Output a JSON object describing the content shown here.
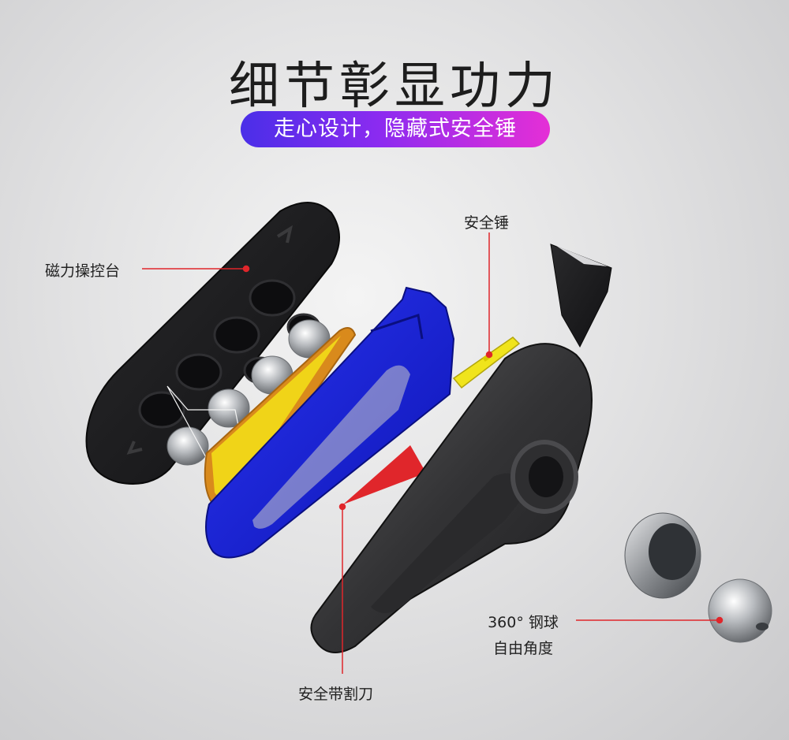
{
  "header": {
    "title": "细节彰显功力",
    "subtitle": "走心设计，隐藏式安全锤"
  },
  "callouts": {
    "magnetic_console": "磁力操控台",
    "safety_hammer": "安全锤",
    "steel_ball_line1": "360°  钢球",
    "steel_ball_line2": "自由角度",
    "belt_cutter": "安全带割刀"
  },
  "colors": {
    "accent_red": "#e0262b",
    "pill_start": "#4a2ee8",
    "pill_end": "#e52fd6",
    "part_blue": "#1a23d8",
    "part_yellow": "#f0d418",
    "part_orange": "#d98a1c",
    "part_black": "#1c1c1e",
    "part_gray": "#3a3a3c"
  }
}
